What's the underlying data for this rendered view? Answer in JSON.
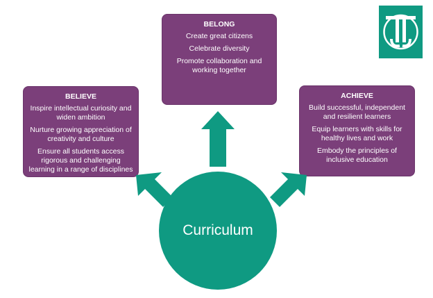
{
  "core": {
    "label": "Curriculum"
  },
  "believe": {
    "title": "BELIEVE",
    "items": [
      "Inspire intellectual curiosity and widen ambition",
      "Nurture growing appreciation of creativity and culture",
      "Ensure all students access rigorous and challenging learning in a range of disciplines"
    ]
  },
  "belong": {
    "title": "BELONG",
    "items": [
      "Create great citizens",
      "Celebrate diversity",
      "Promote collaboration and working together"
    ]
  },
  "achieve": {
    "title": "ACHIEVE",
    "items": [
      "Build successful, independent and resilient learners",
      "Equip learners with skills for healthy lives and work",
      "Embody the principles of inclusive education"
    ]
  },
  "colors": {
    "box_fill": "#7b3f7a",
    "teal": "#0f9a82",
    "text": "#ffffff"
  },
  "icons": {
    "logo": "school-logo-icon",
    "arrows": "arrow-icon"
  }
}
